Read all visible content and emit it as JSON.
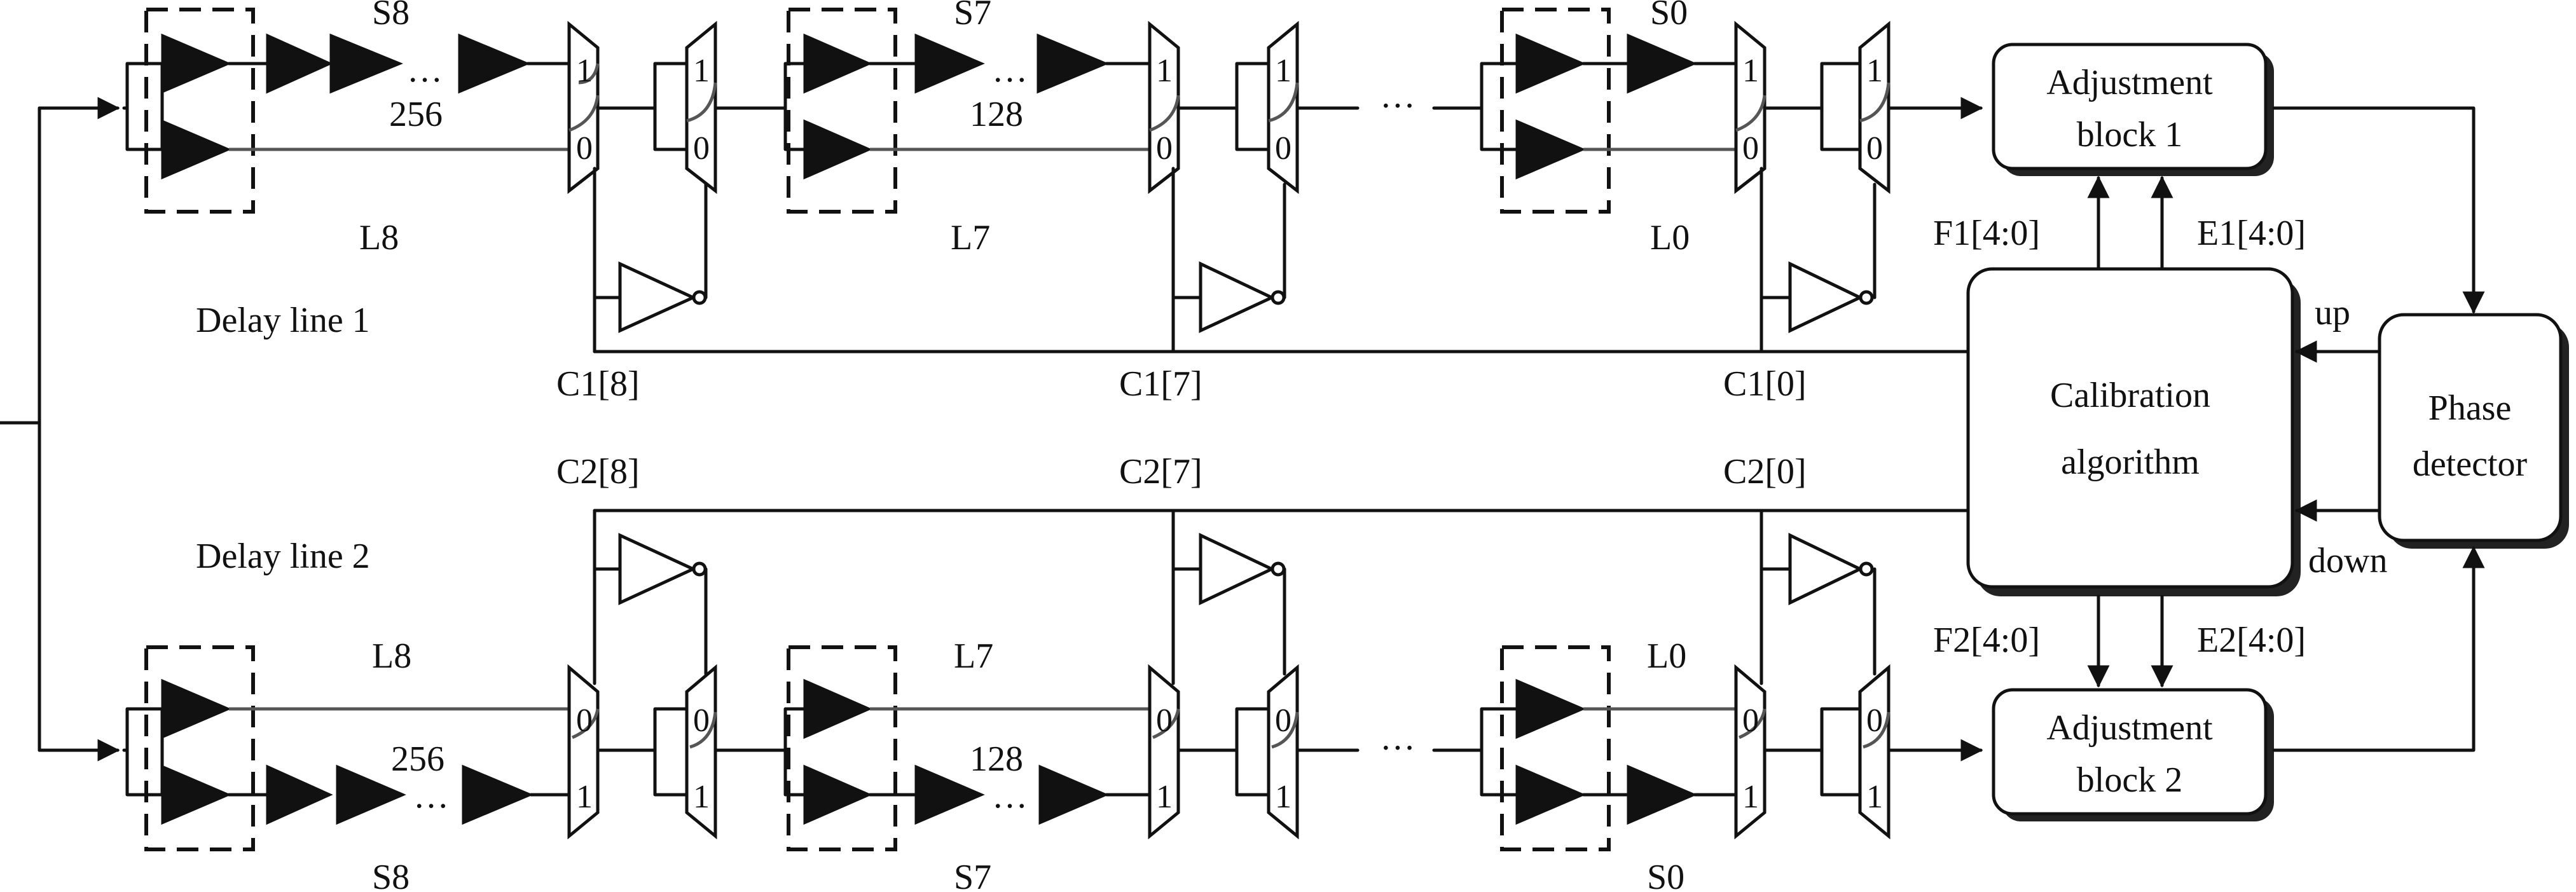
{
  "colors": {
    "ink": "#111111",
    "paper": "#ffffff",
    "grey_wire": "#555555"
  },
  "delay_line_1": {
    "title": "Delay line 1",
    "stages": [
      {
        "s": "S8",
        "l": "L8",
        "count": "256",
        "c": "C1[8]"
      },
      {
        "s": "S7",
        "l": "L7",
        "count": "128",
        "c": "C1[7]"
      },
      {
        "s": "S0",
        "l": "L0",
        "c": "C1[0]"
      }
    ]
  },
  "delay_line_2": {
    "title": "Delay line 2",
    "stages": [
      {
        "s": "S8",
        "l": "L8",
        "count": "256",
        "c": "C2[8]"
      },
      {
        "s": "S7",
        "l": "L7",
        "count": "128",
        "c": "C2[7]"
      },
      {
        "s": "S0",
        "l": "L0",
        "c": "C2[0]"
      }
    ]
  },
  "ellipsis": "…",
  "continuation": "···",
  "mux_inputs": {
    "one": "1",
    "zero": "0"
  },
  "adjustment_block_1": {
    "line1": "Adjustment",
    "line2": "block 1"
  },
  "adjustment_block_2": {
    "line1": "Adjustment",
    "line2": "block 2"
  },
  "calibration": {
    "line1": "Calibration",
    "line2": "algorithm"
  },
  "phase_detector": {
    "line1": "Phase",
    "line2": "detector"
  },
  "signals": {
    "f1": "F1[4:0]",
    "e1": "E1[4:0]",
    "f2": "F2[4:0]",
    "e2": "E2[4:0]",
    "up": "up",
    "down": "down"
  }
}
